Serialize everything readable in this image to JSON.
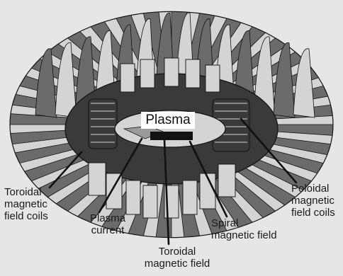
{
  "diagram": {
    "colors": {
      "background": "#e6e6e6",
      "coil_dark": "#6b6b6b",
      "coil_light": "#d4d4d4",
      "interior": "#3a3a3a",
      "outline": "#111111",
      "plasma_box": "#ffffff"
    },
    "labels": {
      "plasma": "Plasma",
      "toroidal_coils": [
        "Toroidal",
        "magnetic",
        "field coils"
      ],
      "plasma_current": [
        "Plasma",
        "current"
      ],
      "toroidal_field": [
        "Toroidal",
        "magnetic field"
      ],
      "spiral_field": [
        "Spiral",
        "magnetic field"
      ],
      "poloidal_coils": [
        "Poloidal",
        "magnetic",
        "field coils"
      ]
    }
  }
}
